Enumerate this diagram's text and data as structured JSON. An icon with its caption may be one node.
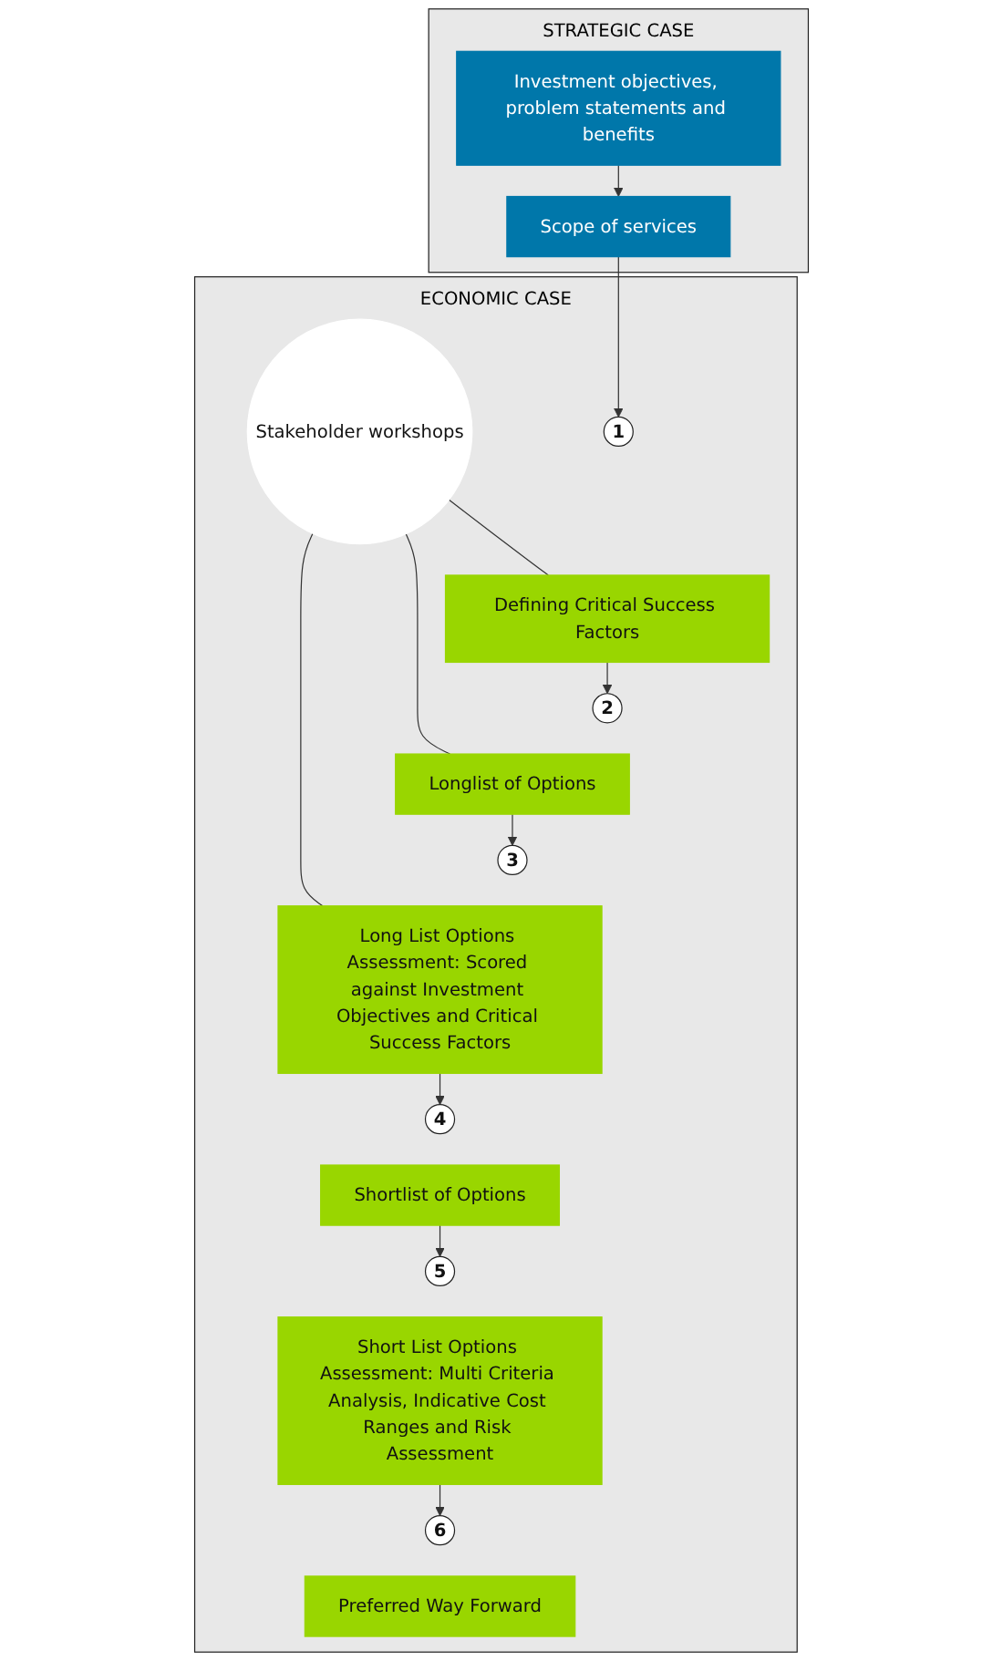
{
  "diagram": {
    "nodes": [
      {
        "text": [
          "STRATEGIC CASE"
        ]
      },
      {
        "text": [
          "Investment objectives, problem statements and benefits"
        ],
        "in": 0
      },
      {
        "text": [
          "Scope of services"
        ],
        "in": 0
      },
      {
        "text": [
          "ECONOMIC CASE"
        ]
      },
      {
        "text": [
          "1"
        ],
        "in": 3
      },
      {
        "text": [
          "Defining Critical Success Factors"
        ],
        "in": 3
      },
      {
        "text": [
          "2"
        ],
        "in": 3
      },
      {
        "text": [
          "Longlist of Options"
        ],
        "in": 3
      },
      {
        "text": [
          "Stakeholder workshops"
        ],
        "in": 3
      },
      {
        "text": [
          "3"
        ],
        "in": 3
      },
      {
        "text": [
          "Long List Options Assessment: Scored against Investment Objectives and Critical Success Factors"
        ],
        "in": 3
      },
      {
        "text": [
          "4"
        ],
        "in": 3
      },
      {
        "text": [
          "Shortlist of Options"
        ],
        "in": 3
      },
      {
        "text": [
          "5"
        ],
        "in": 3
      },
      {
        "text": [
          "Short List Options Assessment: Multi Criteria Analysis, Indicative Cost Ranges and Risk Assessment"
        ],
        "in": 3
      },
      {
        "text": [
          "6"
        ],
        "in": 3
      },
      {
        "text": [
          "Preferred Way Forward"
        ],
        "in": 3
      }
    ],
    "edges": [
      {
        "from": 1,
        "to": 2,
        "arrow": "to"
      },
      {
        "from": 2,
        "to": 4,
        "arrow": "to"
      },
      {
        "from": 5,
        "to": 6,
        "arrow": "to"
      },
      {
        "from": 7,
        "to": 9,
        "arrow": "to"
      },
      {
        "from": 10,
        "to": 11,
        "arrow": "to"
      },
      {
        "from": 12,
        "to": 13,
        "arrow": "to"
      },
      {
        "from": 14,
        "to": 15,
        "arrow": "to"
      },
      {
        "from": 8,
        "to": 5,
        "arrow": "none"
      },
      {
        "from": 8,
        "to": 7,
        "arrow": "none"
      },
      {
        "from": 8,
        "to": 10,
        "arrow": "none"
      }
    ]
  }
}
